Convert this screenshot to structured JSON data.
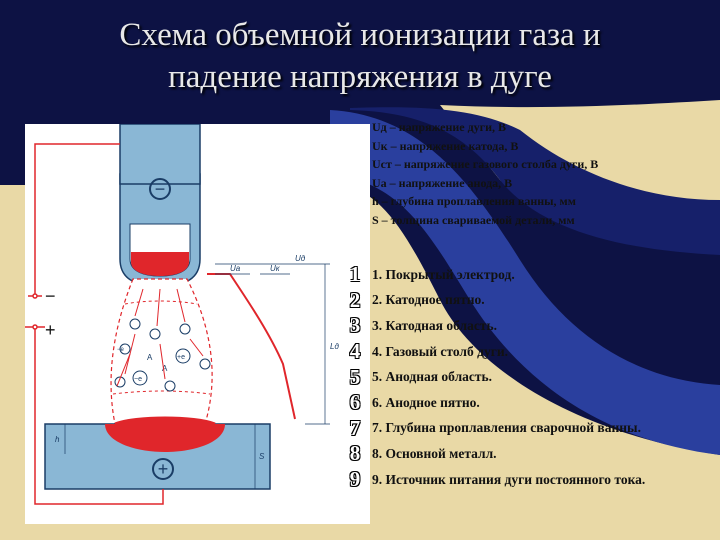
{
  "title_line1": "Схема объемной ионизации газа и",
  "title_line2": "падение напряжения в дуге",
  "colors": {
    "navy": "#0d1244",
    "blue_swoosh": "#2a3f9e",
    "sand": "#e9d9a6",
    "electrode": "#8ab7d5",
    "arc_red": "#e0262b"
  },
  "legend_top": [
    "Uд – напряжение дуги, В",
    "Uк – напряжение катода, В",
    "Uст – напряжение газового столба дуги, В",
    "Uа – напряжение анода, В",
    "h – глубина проплавления ванны, мм",
    "S – толщина свариваемой детали, мм"
  ],
  "items": [
    {
      "num": "1",
      "text": "1. Покрытый электрод."
    },
    {
      "num": "2",
      "text": "2. Катодное пятно."
    },
    {
      "num": "3",
      "text": "3. Катодная область."
    },
    {
      "num": "4",
      "text": "4. Газовый столб дуги."
    },
    {
      "num": "5",
      "text": "5. Анодная область."
    },
    {
      "num": "6",
      "text": "6. Анодное пятно."
    },
    {
      "num": "7",
      "text": "7. Глубина проплавления сварочной ванны."
    },
    {
      "num": "8",
      "text": "8. Основной металл."
    },
    {
      "num": "9",
      "text": "9. Источник питания дуги постоянного тока."
    }
  ],
  "figure_labels": {
    "minus_sign": "−",
    "plus_sign": "+",
    "wire_minus": "−",
    "wire_plus": "+",
    "dim_ua": "Uа",
    "dim_uk": "Uк",
    "dim_ud": "Uд",
    "dim_ld": "Lд",
    "dim_h": "h",
    "dim_s": "S",
    "ion_a": "A",
    "ion_a2": "A",
    "ion_e": "+",
    "ion_e_neg": "−e",
    "ion_ei": "+e",
    "ion_e2": "−e"
  }
}
